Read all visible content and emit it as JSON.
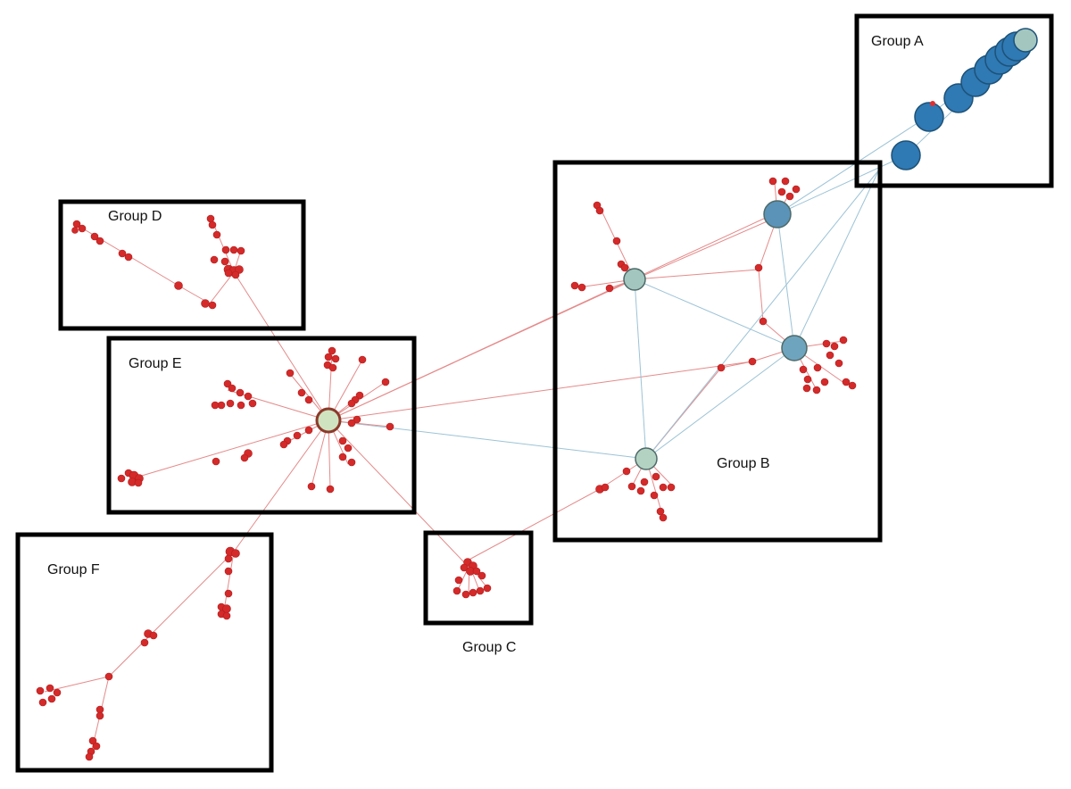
{
  "groups": [
    {
      "id": "A",
      "label": "Group A"
    },
    {
      "id": "B",
      "label": "Group B"
    },
    {
      "id": "C",
      "label": "Group C"
    },
    {
      "id": "D",
      "label": "Group D"
    },
    {
      "id": "E",
      "label": "Group E"
    },
    {
      "id": "F",
      "label": "Group F"
    }
  ],
  "colors": {
    "leaf_node": "#d42a2a",
    "hub_light": "#cfe3c0",
    "hub_gray": "#a3c6bf",
    "hub_blue": "#6fa4be",
    "group_a_node": "#2f79b4",
    "red_edge": "#e58a8a",
    "blue_edge": "#9cc3d6",
    "box_border": "#000000"
  }
}
